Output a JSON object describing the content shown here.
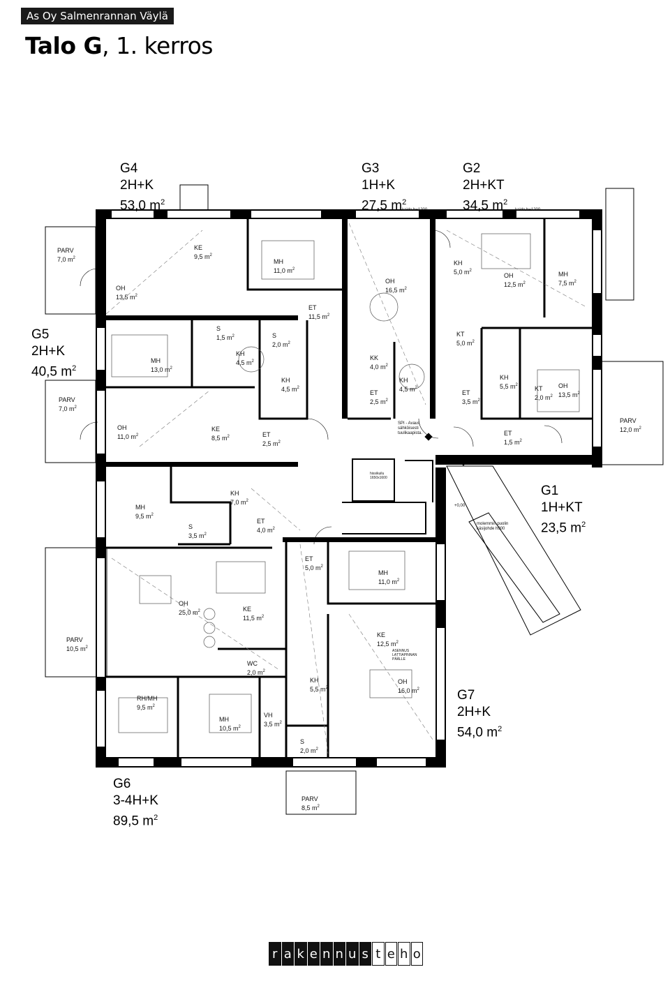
{
  "header": {
    "project": "As Oy Salmenrannan Väylä",
    "building": "Talo G",
    "floor": ", 1. kerros"
  },
  "apartments": [
    {
      "id": "G4",
      "type": "2H+K",
      "area": "53,0 m",
      "sup": "2"
    },
    {
      "id": "G3",
      "type": "1H+K",
      "area": "27,5 m",
      "sup": "2"
    },
    {
      "id": "G2",
      "type": "2H+KT",
      "area": "34,5 m",
      "sup": "2"
    },
    {
      "id": "G5",
      "type": "2H+K",
      "area": "40,5 m",
      "sup": "2"
    },
    {
      "id": "G1",
      "type": "1H+KT",
      "area": "23,5 m",
      "sup": "2"
    },
    {
      "id": "G7",
      "type": "2H+K",
      "area": "54,0 m",
      "sup": "2"
    },
    {
      "id": "G6",
      "type": "3-4H+K",
      "area": "89,5 m",
      "sup": "2"
    }
  ],
  "rooms": [
    {
      "n": "PARV",
      "a": "7,0 m"
    },
    {
      "n": "OH",
      "a": "13,5 m"
    },
    {
      "n": "KE",
      "a": "9,5 m"
    },
    {
      "n": "MH",
      "a": "11,0 m"
    },
    {
      "n": "ET",
      "a": "11,5 m"
    },
    {
      "n": "OH",
      "a": "16,5 m"
    },
    {
      "n": "KH",
      "a": "5,0 m"
    },
    {
      "n": "OH",
      "a": "12,5 m"
    },
    {
      "n": "MH",
      "a": "7,5 m"
    },
    {
      "n": "MH",
      "a": "13,0 m"
    },
    {
      "n": "S",
      "a": "1,5 m"
    },
    {
      "n": "KH",
      "a": "4,5 m"
    },
    {
      "n": "S",
      "a": "2,0 m"
    },
    {
      "n": "KH",
      "a": "4,5 m"
    },
    {
      "n": "KK",
      "a": "4,0 m"
    },
    {
      "n": "KH",
      "a": "4,5 m"
    },
    {
      "n": "ET",
      "a": "2,5 m"
    },
    {
      "n": "KT",
      "a": "5,0 m"
    },
    {
      "n": "ET",
      "a": "3,5 m"
    },
    {
      "n": "KH",
      "a": "5,5 m"
    },
    {
      "n": "KT",
      "a": "2,0 m"
    },
    {
      "n": "OH",
      "a": "13,5 m"
    },
    {
      "n": "PARV",
      "a": "7,0 m"
    },
    {
      "n": "OH",
      "a": "11,0 m"
    },
    {
      "n": "KE",
      "a": "8,5 m"
    },
    {
      "n": "ET",
      "a": "2,5 m"
    },
    {
      "n": "ET",
      "a": "1,5 m"
    },
    {
      "n": "PARV",
      "a": "12,0 m"
    },
    {
      "n": "MH",
      "a": "9,5 m"
    },
    {
      "n": "KH",
      "a": "7,0 m"
    },
    {
      "n": "S",
      "a": "3,5 m"
    },
    {
      "n": "ET",
      "a": "4,0 m"
    },
    {
      "n": "ET",
      "a": "5,0 m"
    },
    {
      "n": "MH",
      "a": "11,0 m"
    },
    {
      "n": "OH",
      "a": "25,0 m"
    },
    {
      "n": "KE",
      "a": "11,5 m"
    },
    {
      "n": "KE",
      "a": "12,5 m"
    },
    {
      "n": "PARV",
      "a": "10,5 m"
    },
    {
      "n": "WC",
      "a": "2,0 m"
    },
    {
      "n": "KH",
      "a": "5,5 m"
    },
    {
      "n": "OH",
      "a": "16,0 m"
    },
    {
      "n": "RH/MH",
      "a": "9,5 m"
    },
    {
      "n": "MH",
      "a": "10,5 m"
    },
    {
      "n": "VH",
      "a": "3,5 m"
    },
    {
      "n": "S",
      "a": "2,0 m"
    },
    {
      "n": "PARV",
      "a": "8,5 m"
    }
  ],
  "notes": {
    "kaide1": "kaide h=1200",
    "kaide2": "kaide h=1200",
    "spi": "SPI - Avaus sähköisesti tuulikaapista.",
    "level": "+0,00",
    "luiska": "molemmin puolin käsijohde h900",
    "asennus": "ASENNUS LATTIAPINNAN PÄÄLLE",
    "hissi": "hissikuilu 1650x1600"
  },
  "logo": {
    "letters": [
      "r",
      "a",
      "k",
      "e",
      "n",
      "n",
      "u",
      "s",
      "t",
      "e",
      "h",
      "o"
    ]
  }
}
